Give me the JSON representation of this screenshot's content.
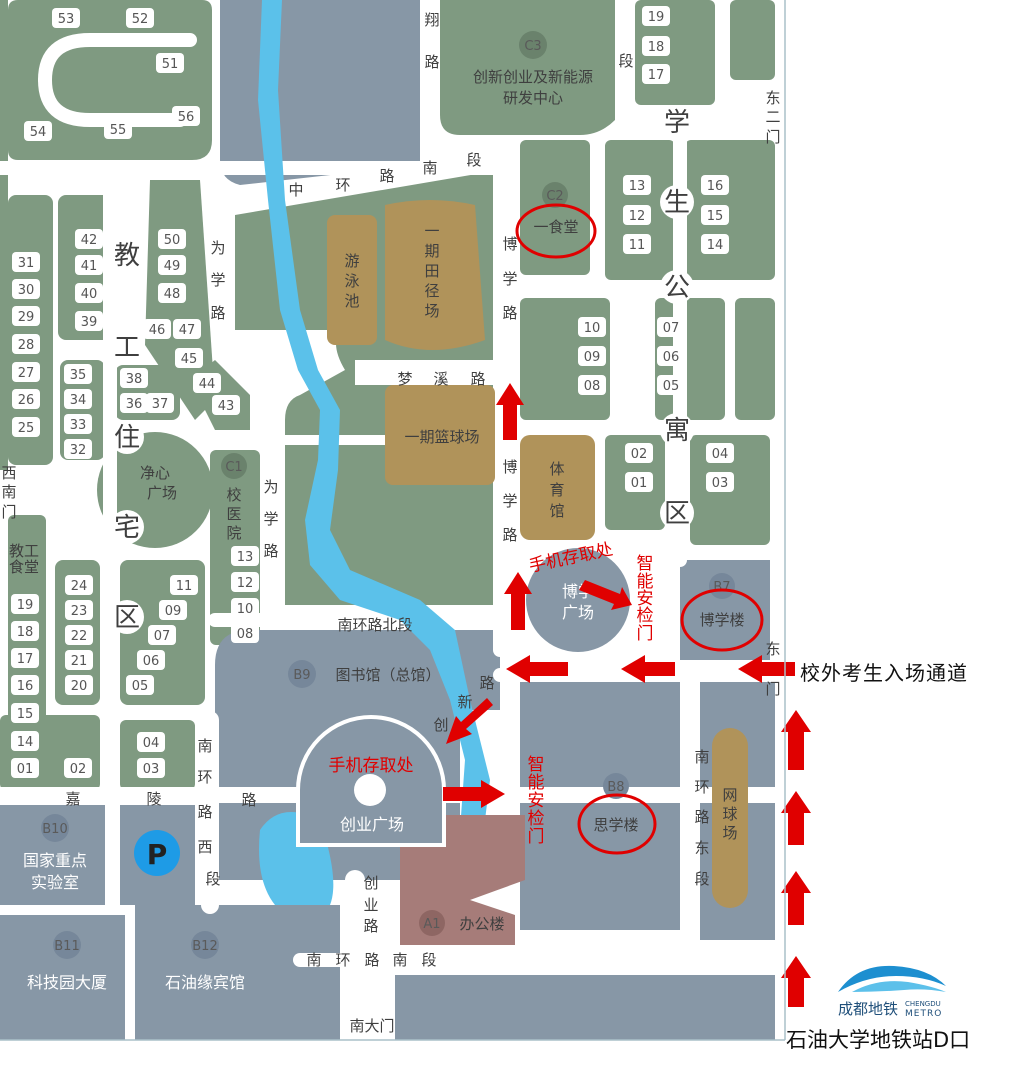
{
  "colors": {
    "road": "#ffffff",
    "zone_green": "#7f9a81",
    "zone_blue": "#8797a6",
    "sport": "#b0935a",
    "office": "#a67c79",
    "water": "#5bc1ea",
    "text_dark": "#3f3f3f",
    "annotation_red": "#e00000",
    "parking": "#1e9be6"
  },
  "buildings": {
    "c3": {
      "code": "C3",
      "name1": "创新创业及新能源",
      "name2": "研发中心"
    },
    "c2": {
      "code": "C2",
      "name": "一食堂"
    },
    "c1": {
      "code": "C1",
      "v1": "校",
      "v2": "医",
      "v3": "院"
    },
    "b7": {
      "code": "B7",
      "name": "博学楼"
    },
    "b8": {
      "code": "B8",
      "name": "思学楼"
    },
    "b9": {
      "code": "B9",
      "name": "图书馆（总馆）"
    },
    "b10": {
      "code": "B10",
      "name1": "国家重点",
      "name2": "实验室"
    },
    "b11": {
      "code": "B11",
      "name": "科技园大厦"
    },
    "b12": {
      "code": "B12",
      "name": "石油缘宾馆"
    },
    "a1": {
      "code": "A1",
      "name": "办公楼"
    },
    "swimming": {
      "v1": "游",
      "v2": "泳",
      "v3": "池"
    },
    "track": {
      "v1": "一",
      "v2": "期",
      "v3": "田",
      "v4": "径",
      "v5": "场"
    },
    "basketball": "一期篮球场",
    "gym": {
      "v1": "体",
      "v2": "育",
      "v3": "馆"
    },
    "tennis": {
      "v1": "网",
      "v2": "球",
      "v3": "场"
    },
    "jingxin": {
      "l1": "净心",
      "l2": "广场"
    },
    "boxue_square": {
      "l1": "博学",
      "l2": "广场"
    },
    "chuangye_square": "创业广场",
    "staff_canteen": {
      "l1": "教工",
      "l2": "食堂"
    },
    "parking": "P"
  },
  "districts": {
    "teacher": [
      "教",
      "工",
      "住",
      "宅",
      "区"
    ],
    "student": [
      "学",
      "生",
      "公",
      "寓",
      "区"
    ]
  },
  "roads": {
    "zhonghuan": [
      "中",
      "环",
      "路",
      "南",
      "段"
    ],
    "mengxi": [
      "梦",
      "溪",
      "路"
    ],
    "nanhuan_north": "南环路北段",
    "nanhuan_south": [
      "南",
      "环",
      "路",
      "南",
      "段"
    ],
    "jialing": [
      "嘉",
      "陵",
      "路"
    ],
    "weixue_upper": [
      "为",
      "学",
      "路"
    ],
    "weixue_lower": [
      "为",
      "学",
      "路"
    ],
    "boxue_upper": [
      "博",
      "学",
      "路"
    ],
    "boxue_lower": [
      "博",
      "学",
      "路"
    ],
    "xiang": [
      "翔",
      "路"
    ],
    "duan_top": "段",
    "chuangye": [
      "创",
      "业",
      "路"
    ],
    "nanhuan_west": [
      "南",
      "环",
      "路",
      "西",
      "段"
    ],
    "nanhuan_east": [
      "南",
      "环",
      "路",
      "东",
      "段"
    ],
    "xinchuang": [
      "路",
      "新",
      "创"
    ]
  },
  "gates": {
    "west": [
      "西",
      "南",
      "门"
    ],
    "east": [
      "东",
      "门"
    ],
    "east_second": [
      "东",
      "二",
      "门"
    ],
    "south": "南大门"
  },
  "building_numbers": {
    "n53": "53",
    "n52": "52",
    "n51": "51",
    "n56": "56",
    "n54": "54",
    "n55": "55",
    "n42": "42",
    "n41": "41",
    "n40": "40",
    "n39": "39",
    "n50": "50",
    "n49": "49",
    "n48": "48",
    "n46": "46",
    "n47": "47",
    "n45": "45",
    "n44": "44",
    "n43": "43",
    "n31": "31",
    "n30": "30",
    "n29": "29",
    "n28": "28",
    "n27": "27",
    "n26": "26",
    "n25": "25",
    "n35": "35",
    "n34": "34",
    "n33": "33",
    "n32": "32",
    "n38": "38",
    "n36": "36",
    "n37": "37",
    "n13b": "13",
    "n12b": "12",
    "n10b": "10",
    "n08b": "08",
    "n24": "24",
    "n23": "23",
    "n22": "22",
    "n21": "21",
    "n20": "20",
    "n11b": "11",
    "n09b": "09",
    "n07b": "07",
    "n06b": "06",
    "n05b": "05",
    "n19b": "19",
    "n18b": "18",
    "n17b": "17",
    "n16b": "16",
    "n15b": "15",
    "n14b": "14",
    "n01b": "01",
    "n02b": "02",
    "n04b": "04",
    "n03b": "03",
    "s19": "19",
    "s18": "18",
    "s17": "17",
    "s13": "13",
    "s12": "12",
    "s11": "11",
    "s16": "16",
    "s15": "15",
    "s14": "14",
    "s10": "10",
    "s09": "09",
    "s08": "08",
    "s07": "07",
    "s06": "06",
    "s05": "05",
    "s02": "02",
    "s01": "01",
    "s04": "04",
    "s03": "03"
  },
  "annotations": {
    "phone_storage_1": "手机存取处",
    "phone_storage_2": "手机存取处",
    "security_gate_1": [
      "智",
      "能",
      "安",
      "检",
      "门"
    ],
    "security_gate_2": [
      "智",
      "能",
      "安",
      "检",
      "门"
    ],
    "entrance_label": "校外考生入场通道",
    "metro_exit": "石油大学地铁站D口"
  },
  "metro_logo": {
    "cn": "成都地铁",
    "en1": "CHENGDU",
    "en2": "METRO"
  }
}
